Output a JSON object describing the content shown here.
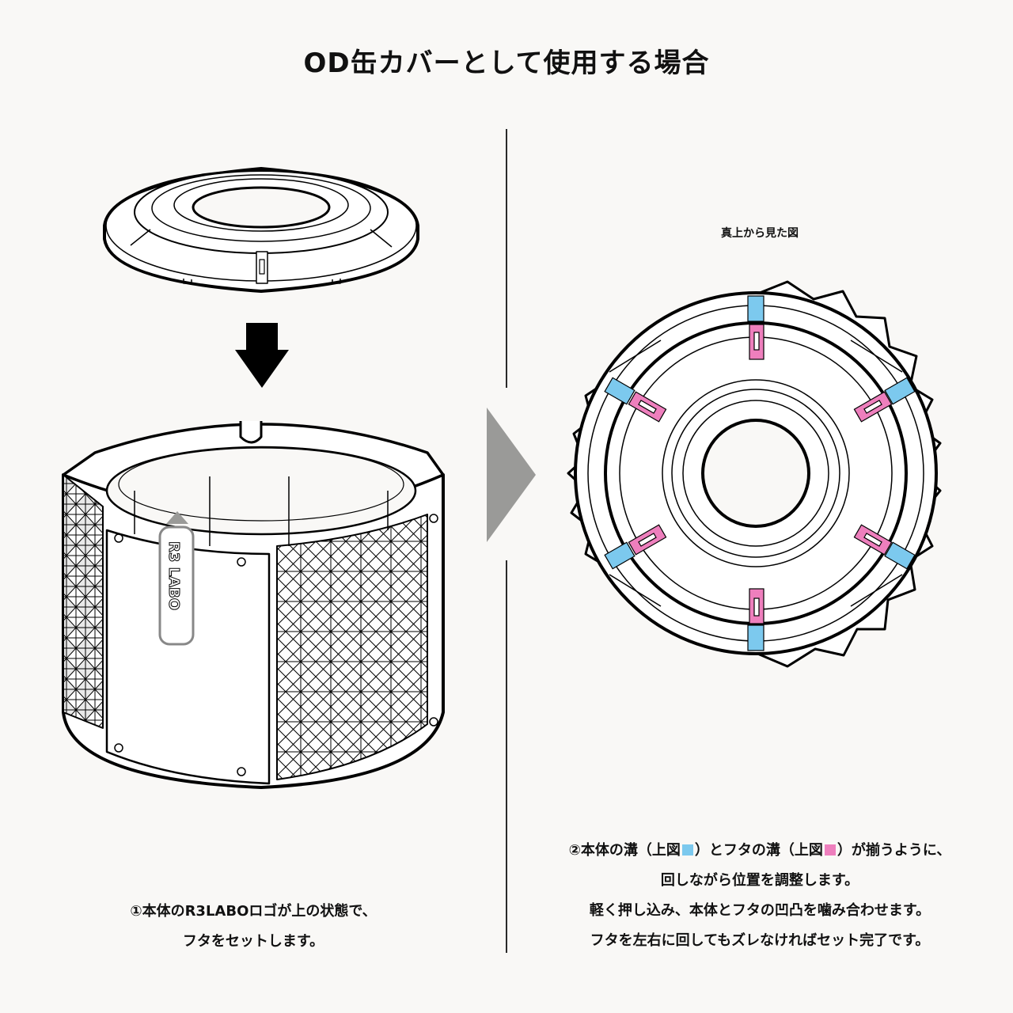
{
  "title": "OD缶カバーとして使用する場合",
  "topview_label": "真上から見た図",
  "logo_text": "R3 LABO",
  "colors": {
    "body_groove": "#7cc9ee",
    "lid_groove": "#ee7fbd",
    "arrow_dark": "#000000",
    "arrow_gray": "#9a9a98"
  },
  "caption_left": {
    "line1": "①本体のR3LABOロゴが上の状態で、",
    "line2": "フタをセットします。"
  },
  "caption_right": {
    "line1_a": "②本体の溝（上図",
    "line1_b": "）とフタの溝（上図",
    "line1_c": "）が揃うように、",
    "line2": "回しながら位置を調整します。",
    "line3": "軽く押し込み、本体とフタの凹凸を噛み合わせます。",
    "line4": "フタを左右に回してもズレなければセット完了です。"
  }
}
